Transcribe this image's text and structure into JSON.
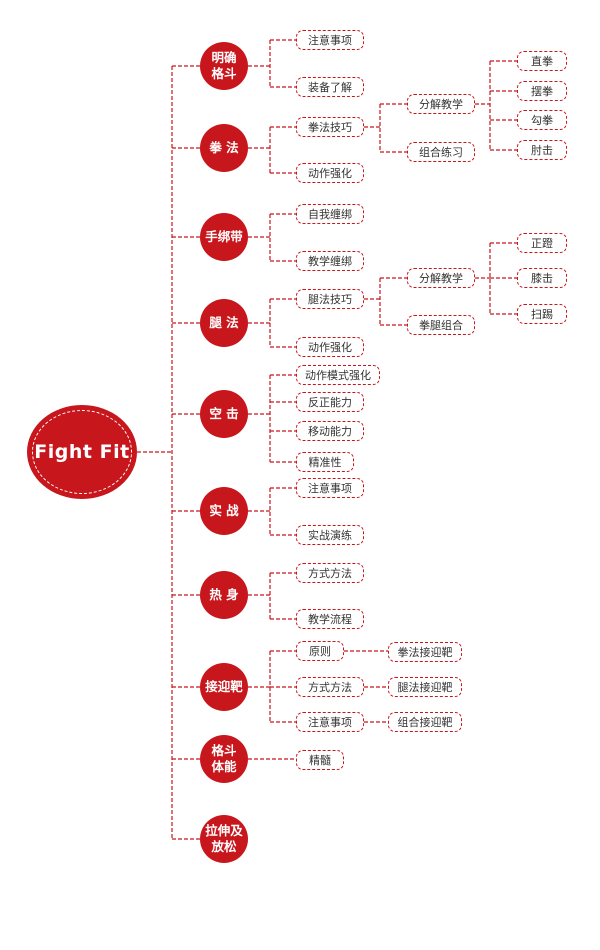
{
  "root": {
    "label": "Fight Fit"
  },
  "categories": [
    {
      "label": "明确\n格斗"
    },
    {
      "label": "拳 法"
    },
    {
      "label": "手绑带"
    },
    {
      "label": "腿 法"
    },
    {
      "label": "空 击"
    },
    {
      "label": "实 战"
    },
    {
      "label": "热 身"
    },
    {
      "label": "接迎靶"
    },
    {
      "label": "格斗\n体能"
    },
    {
      "label": "拉伸及\n放松"
    }
  ],
  "nodes": {
    "n_mq1": "注意事项",
    "n_mq2": "装备了解",
    "n_qf1": "拳法技巧",
    "n_qf2": "动作强化",
    "n_qf_fj": "分解教学",
    "n_qf_zh": "组合练习",
    "n_zhiquan": "直拳",
    "n_baiquan": "摆拳",
    "n_gouquan": "勾拳",
    "n_zhouji": "肘击",
    "n_sb1": "自我缠绑",
    "n_sb2": "教学缠绑",
    "n_tf1": "腿法技巧",
    "n_tf2": "动作强化",
    "n_tf_fj": "分解教学",
    "n_tf_qt": "拳腿组合",
    "n_zhengdeng": "正蹬",
    "n_xiji": "膝击",
    "n_saoti": "扫踢",
    "n_kj1": "动作模式强化",
    "n_kj2": "反正能力",
    "n_kj3": "移动能力",
    "n_kj4": "精准性",
    "n_sz1": "注意事项",
    "n_sz2": "实战演练",
    "n_rs1": "方式方法",
    "n_rs2": "教学流程",
    "n_jb1": "原则",
    "n_jb2": "方式方法",
    "n_jb3": "注意事项",
    "n_jb_q": "拳法接迎靶",
    "n_jb_t": "腿法接迎靶",
    "n_jb_z": "组合接迎靶",
    "n_gd1": "精髓"
  },
  "colors": {
    "accent": "#c8161d",
    "text": "#333333"
  }
}
